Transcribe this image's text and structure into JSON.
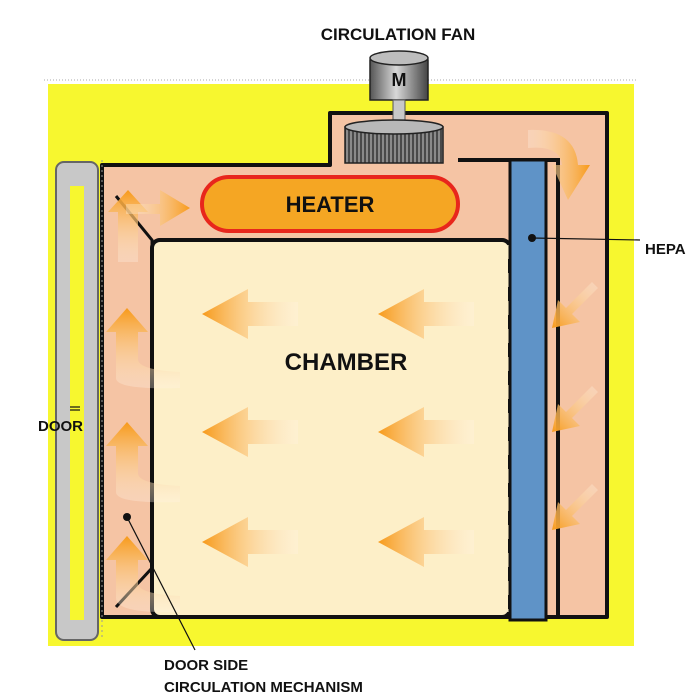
{
  "labels": {
    "circulation_fan": "CIRCULATION FAN",
    "motor": "M",
    "heater": "HEATER",
    "chamber": "CHAMBER",
    "hepa": "HEPA",
    "door": "DOOR",
    "door_side_line1": "DOOR SIDE",
    "door_side_line2": "CIRCULATION MECHANISM"
  },
  "colors": {
    "insulation": "#f7f72f",
    "duct": "#f5c4a4",
    "chamber": "#fdefc8",
    "heater_fill": "#f5a623",
    "heater_border": "#e8261c",
    "hepa": "#5f93c7",
    "door": "#c8c8c8",
    "arrow_start": "#fff4e6",
    "arrow_end": "#f79a1a"
  },
  "icons": [
    "motor-icon",
    "fan-impeller-icon",
    "airflow-arrow-icon"
  ]
}
